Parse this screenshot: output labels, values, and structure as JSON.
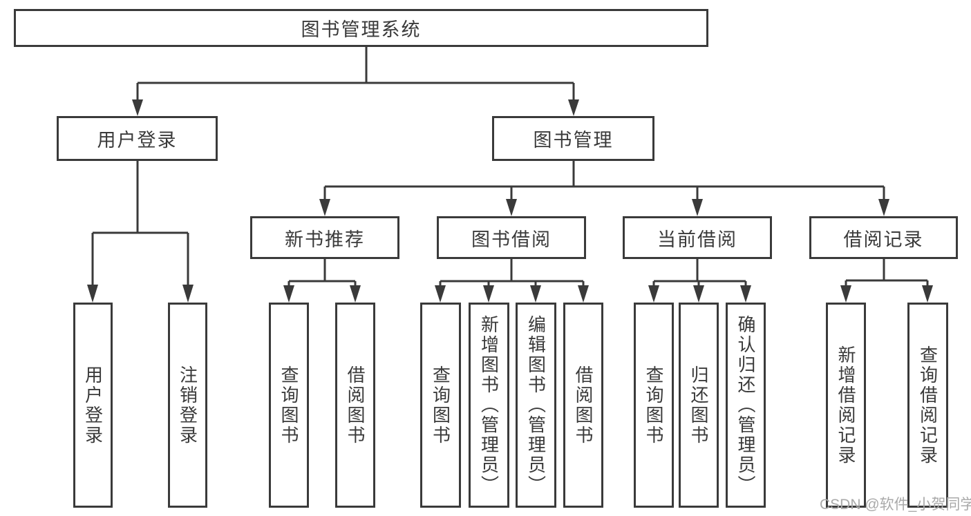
{
  "tree": {
    "root": "图书管理系统",
    "level2": [
      "用户登录",
      "图书管理"
    ],
    "level3": [
      "新书推荐",
      "图书借阅",
      "当前借阅",
      "借阅记录"
    ],
    "leaves": {
      "user_login": [
        "用户登录",
        "注销登录"
      ],
      "new_book_recommend": [
        "查询图书",
        "借阅图书"
      ],
      "book_borrow": [
        "查询图书",
        "新增图书（管理员）",
        "编辑图书（管理员）",
        "借阅图书"
      ],
      "current_borrow": [
        "查询图书",
        "归还图书",
        "确认归还（管理员）"
      ],
      "borrow_records": [
        "新增借阅记录",
        "查询借阅记录"
      ]
    }
  },
  "watermark": "CSDN @软件_小贺同学",
  "colors": {
    "line": "#3a3a3a",
    "text": "#3a3a3a",
    "background": "#ffffff",
    "watermark": "#a9a9a9"
  }
}
